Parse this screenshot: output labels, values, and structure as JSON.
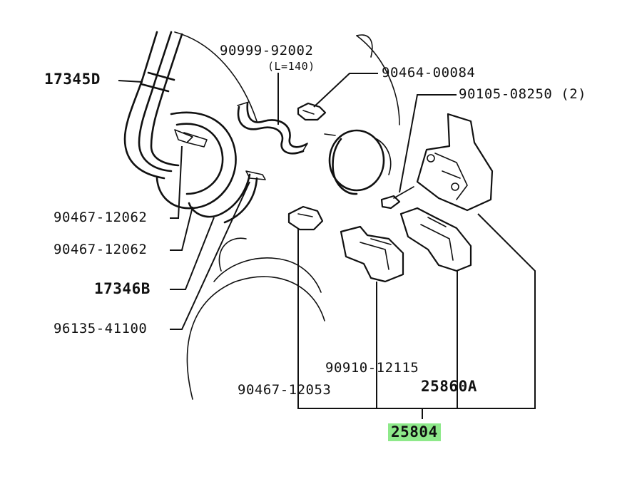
{
  "labels": {
    "p17345d": "17345D",
    "p90999": "90999-92002",
    "p90999_len": "(L=140)",
    "p90464": "90464-00084",
    "p90105": "90105-08250 (2)",
    "p90467a": "90467-12062",
    "p90467b": "90467-12062",
    "p17346b": "17346B",
    "p96135": "96135-41100",
    "p90910": "90910-12115",
    "p90467c": "90467-12053",
    "p25860a": "25860A",
    "p25804": "25804"
  },
  "colors": {
    "line": "#111111",
    "highlight": "#8ee98a",
    "background": "#ffffff"
  }
}
